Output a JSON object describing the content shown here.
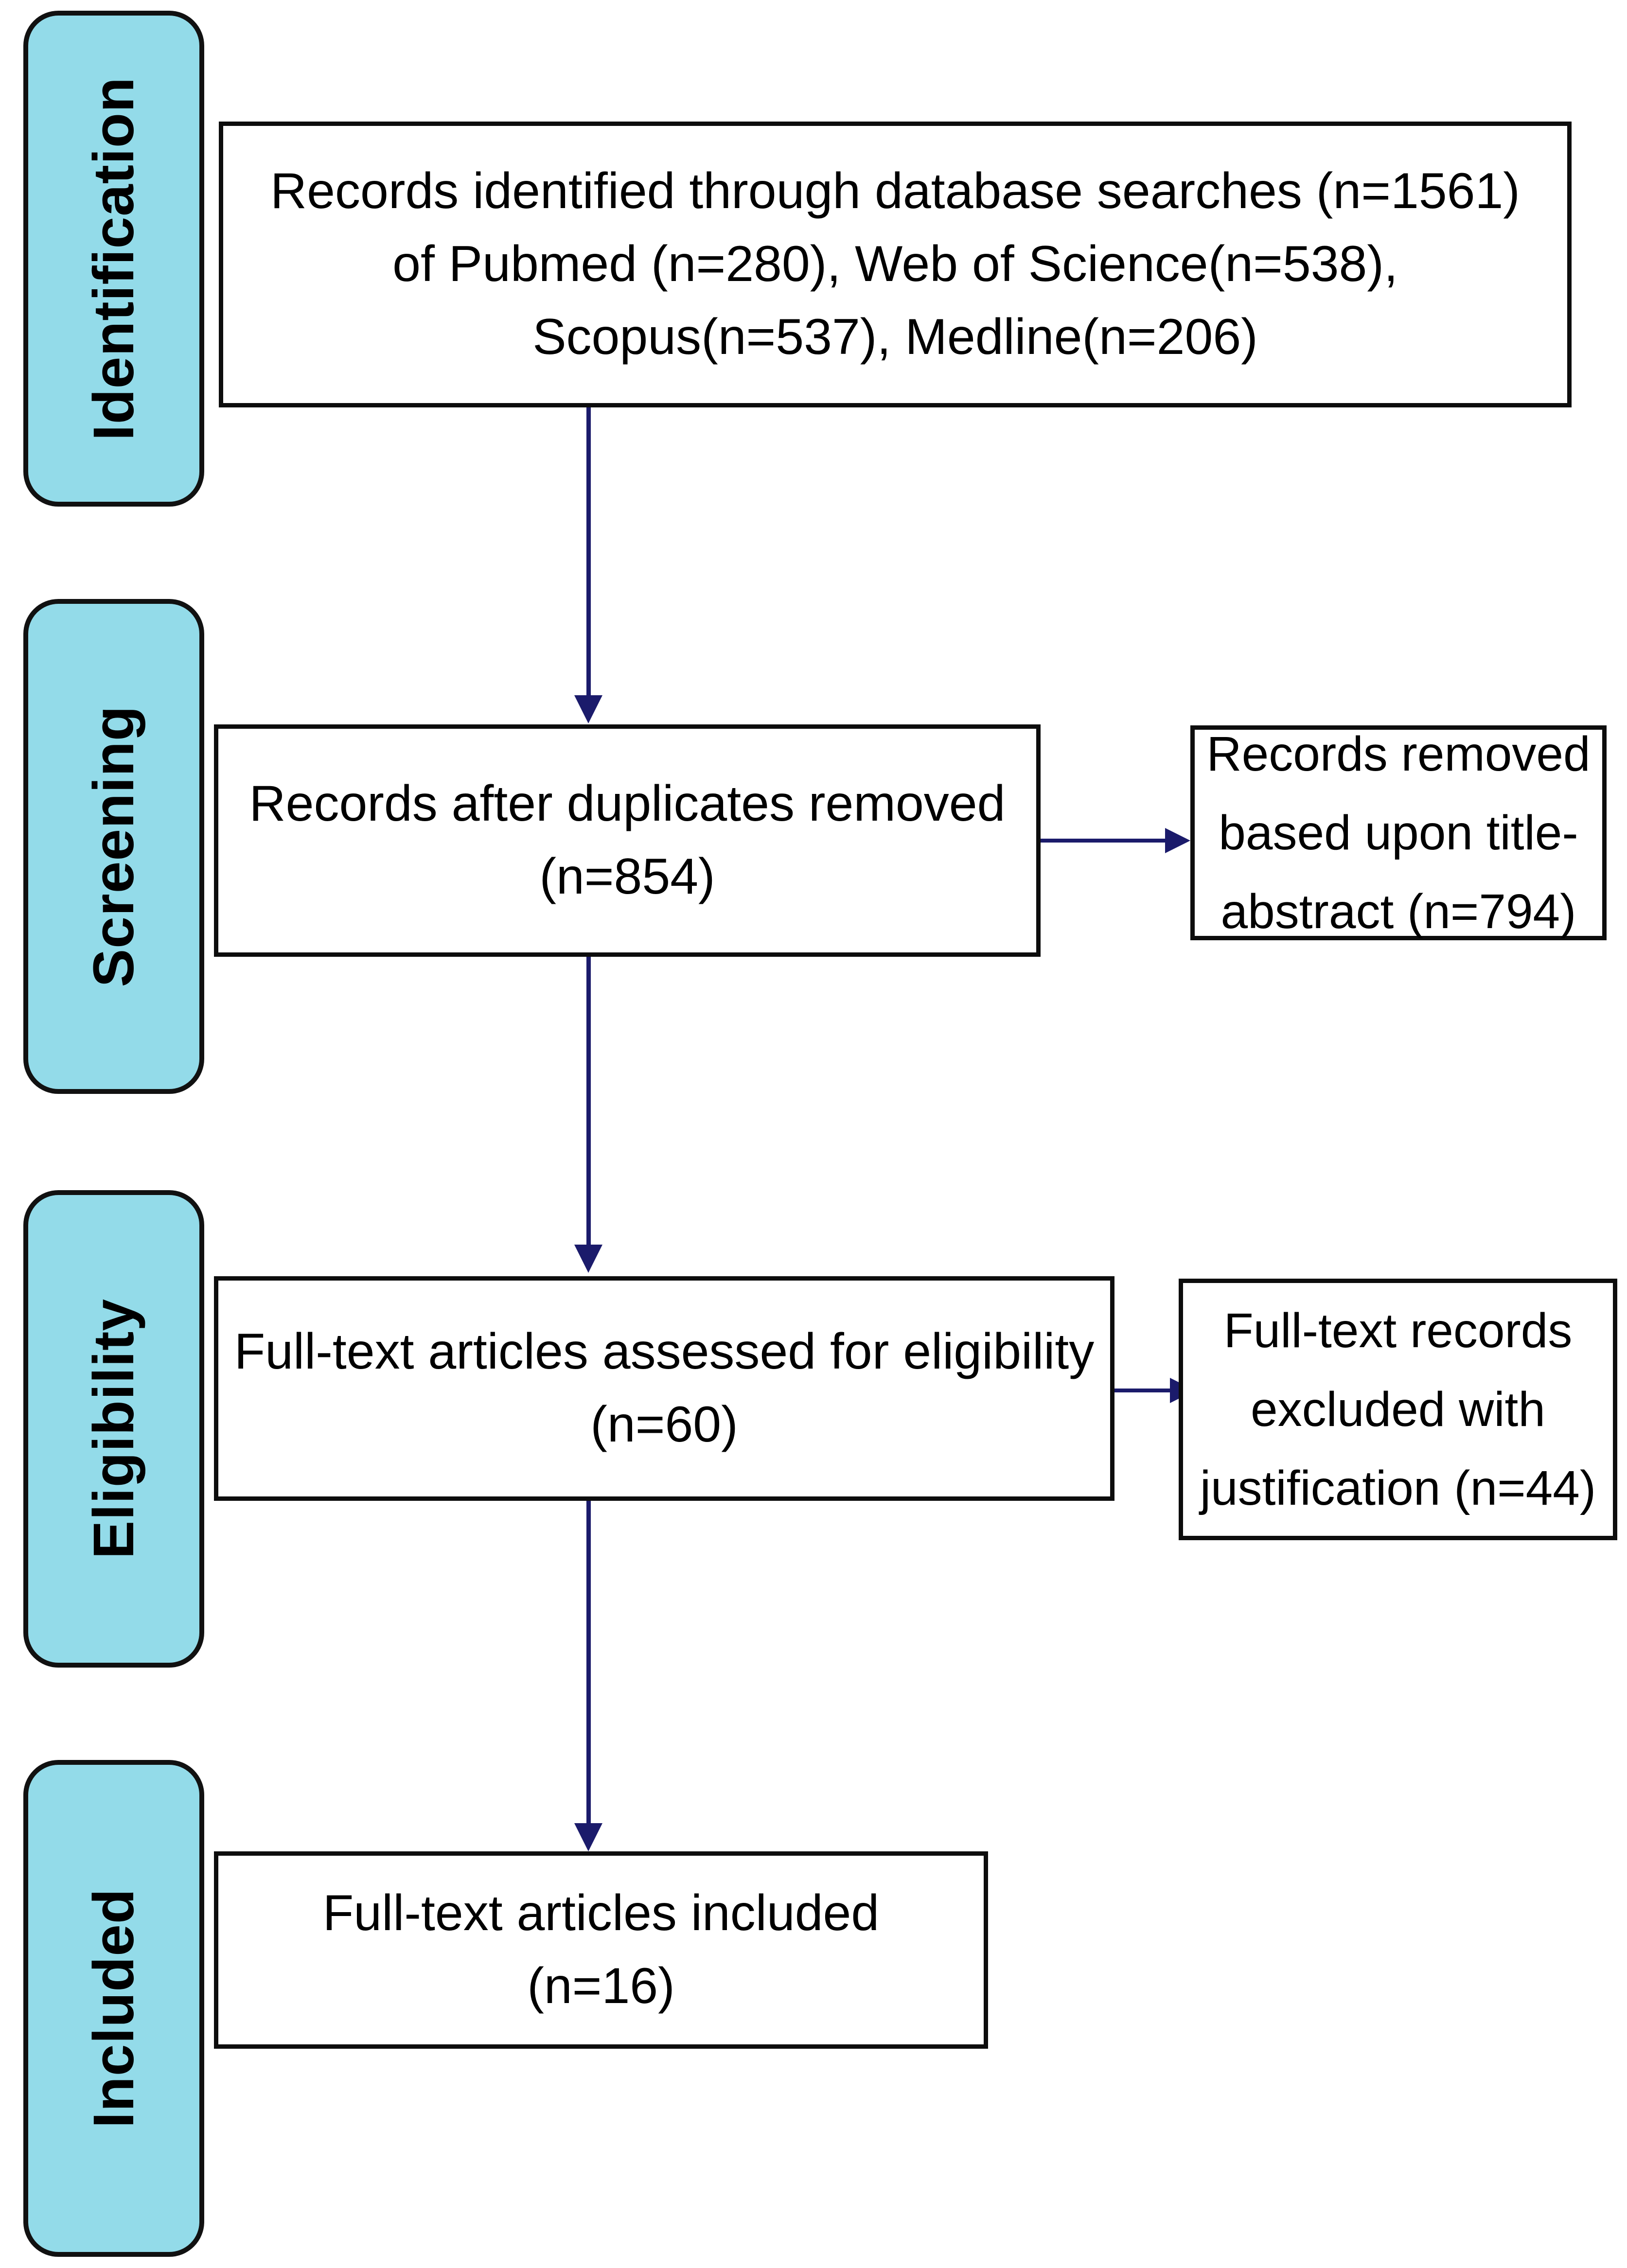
{
  "diagram": {
    "type": "prisma-flow-diagram",
    "title": "PRISMA flow diagram",
    "accent_color": "#93dbe9",
    "connector_color": "#1b1b6b",
    "border_color": "#0d0d0d",
    "background_color": "#ffffff"
  },
  "stages": [
    {
      "key": "identification",
      "label": "Identification"
    },
    {
      "key": "screening",
      "label": "Screening"
    },
    {
      "key": "eligibility",
      "label": "Eligibility"
    },
    {
      "key": "included",
      "label": "Included"
    }
  ],
  "boxes": {
    "identification": {
      "lines": [
        "Records identified through database searches (n=1561)",
        "of Pubmed (n=280), Web of Science(n=538),",
        "Scopus(n=537), Medline(n=206)"
      ]
    },
    "screening": {
      "lines": [
        "Records after duplicates removed",
        "(n=854)"
      ]
    },
    "screening_excluded": {
      "lines": [
        "Records removed",
        "based upon title-",
        "abstract (n=794)"
      ]
    },
    "eligibility": {
      "lines": [
        "Full-text articles assessed for eligibility",
        "(n=60)"
      ]
    },
    "eligibility_excluded": {
      "lines": [
        "Full-text records",
        "excluded with",
        "justification (n=44)"
      ]
    },
    "included": {
      "lines": [
        "Full-text articles included",
        "(n=16)"
      ]
    }
  },
  "counts": {
    "total_identified": 1561,
    "pubmed": 280,
    "web_of_science": 538,
    "scopus": 537,
    "medline": 206,
    "after_duplicates_removed": 854,
    "removed_title_abstract": 794,
    "full_text_assessed": 60,
    "full_text_excluded": 44,
    "full_text_included": 16
  }
}
